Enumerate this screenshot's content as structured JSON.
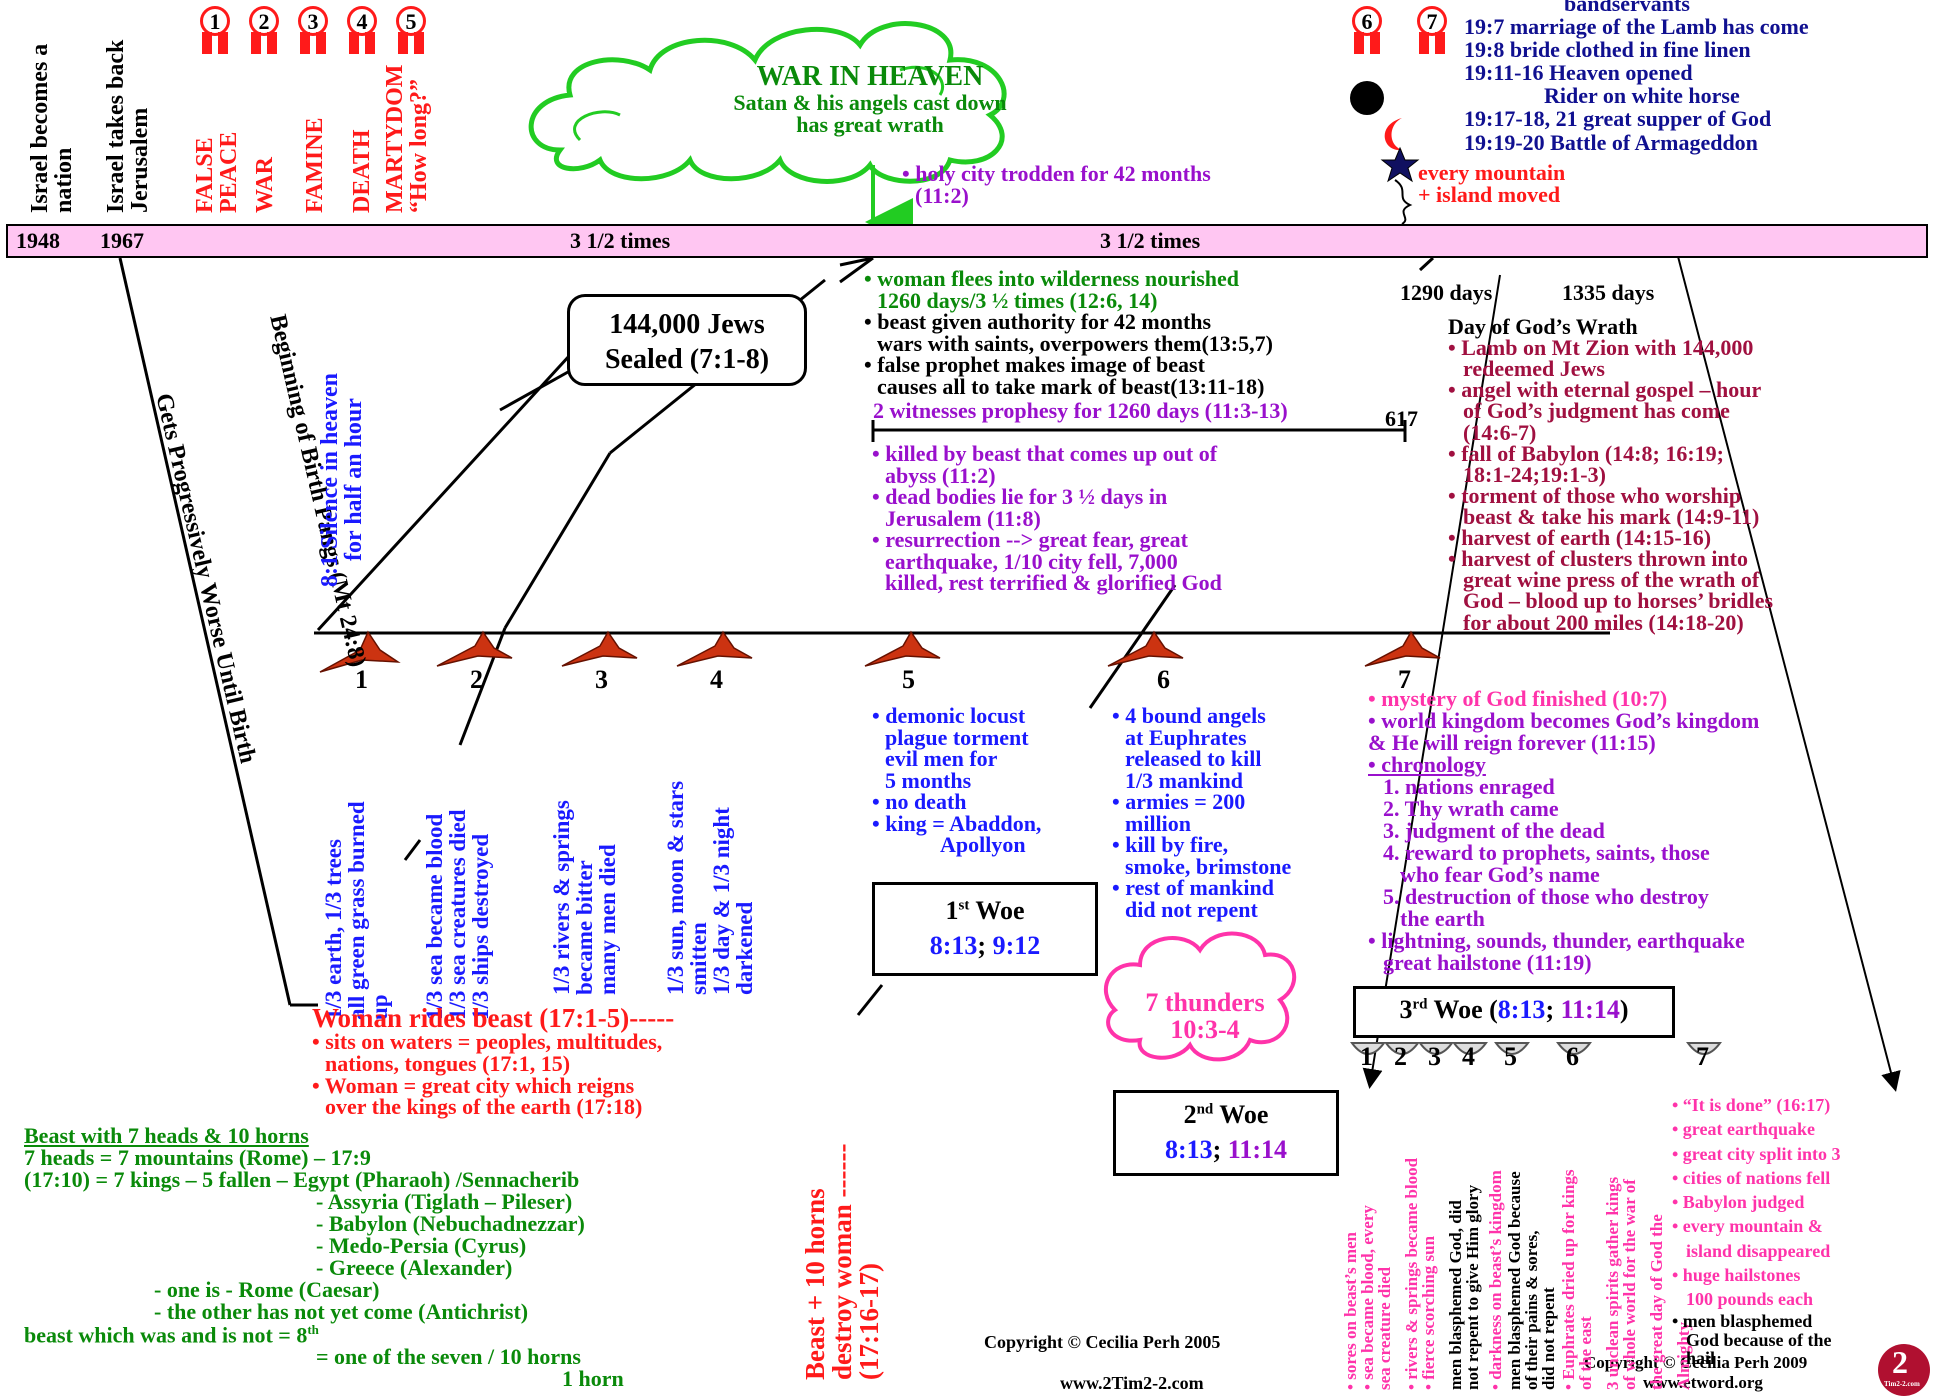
{
  "timeline": {
    "years": [
      "1948",
      "1967"
    ],
    "periods": [
      "3 1/2 times",
      "3 1/2 times"
    ],
    "days": [
      "1290 days",
      "1335 days"
    ]
  },
  "top_labels": {
    "israel_nation": [
      "Israel becomes a",
      "nation"
    ],
    "israel_jerusalem": [
      "Israel takes back",
      "Jerusalem"
    ],
    "seals_1_5": [
      "FALSE",
      "PEACE",
      "WAR",
      "FAMINE",
      "DEATH",
      "MARTYDOM",
      "“How long?”"
    ]
  },
  "seal_ribbons": [
    "1",
    "2",
    "3",
    "4",
    "5",
    "6",
    "7"
  ],
  "war_in_heaven": {
    "title": "WAR IN HEAVEN",
    "lines": [
      "Satan & his angels cast down",
      "has great wrath"
    ]
  },
  "holy_city": [
    "• holy city trodden for 42 months",
    "(11:2)"
  ],
  "sealed_box": [
    "144,000 Jews",
    "Sealed (7:1-8)"
  ],
  "middle_events": {
    "green": [
      "• woman flees into wilderness nourished",
      "1260 days/3 ½ times (12:6, 14)"
    ],
    "black": [
      "• beast given authority for 42 months",
      "wars with saints, overpowers them(13:5,7)",
      "• false prophet makes image of beast",
      "causes all to take mark of beast(13:11-18)"
    ]
  },
  "witnesses": {
    "title": "2 witnesses prophesy for 1260 days (11:3-13)",
    "marker": "6",
    "marker2": "17",
    "items": [
      "• killed by beast that comes up out of",
      "abyss (11:2)",
      "• dead bodies lie for 3 ½ days in",
      "Jerusalem (11:8)",
      "• resurrection --> great fear, great",
      "earthquake, 1/10 city fell, 7,000",
      "killed, rest terrified & glorified God"
    ]
  },
  "top_right_events": [
    "bandservants",
    "19:7 marriage of the Lamb has come",
    "19:8 bride clothed in fine linen",
    "19:11-16 Heaven opened",
    "Rider on white horse",
    "19:17-18, 21 great supper of God",
    "19:19-20 Battle of Armageddon"
  ],
  "mountain_moved": [
    "every mountain",
    "+ island moved"
  ],
  "gods_wrath": {
    "title": "Day of God’s Wrath",
    "items": [
      "• Lamb on Mt Zion with 144,000",
      "redeemed Jews",
      "• angel with eternal gospel – hour",
      "of God’s judgment has come",
      "(14:6-7)",
      "• fall of Babylon (14:8; 16:19;",
      "18:1-24;19:1-3)",
      "• torment of those who worship",
      "beast & take his mark (14:9-11)",
      "• harvest of earth (14:15-16)",
      "• harvest of clusters thrown into",
      "great wine press of the wrath of",
      "God – blood up to horses’ bridles",
      "for about 200 miles (14:18-20)"
    ]
  },
  "left_diagonal": {
    "birth_pangs": "Beginning of Birth Pangs (Mt 24:8)",
    "worse": "Gets Progressively Worse Until Birth"
  },
  "silence": [
    "8:1 Silence in heaven",
    "for half an hour"
  ],
  "trumpet_numbers": [
    "1",
    "2",
    "3",
    "4",
    "5",
    "6",
    "7"
  ],
  "trumpets_1_4": [
    [
      "1/3 earth, 1/3 trees",
      "all green grass burned",
      "up"
    ],
    [
      "1/3 sea became blood",
      "1/3 sea creatures died",
      "1/3 ships destroyed"
    ],
    [
      "1/3 rivers & springs",
      "became bitter",
      "many men died"
    ],
    [
      "1/3 sun, moon & stars",
      "smitten",
      "1/3 day & 1/3 night",
      "darkened"
    ]
  ],
  "trumpet5": [
    "• demonic locust",
    "plague torment",
    "evil men for",
    "5 months",
    "• no death",
    "• king = Abaddon,",
    "Apollyon"
  ],
  "trumpet6": [
    "• 4 bound angels",
    "at Euphrates",
    "released to kill",
    "1/3 mankind",
    "• armies = 200",
    "million",
    "• kill by fire,",
    "smoke, brimstone",
    "• rest of mankind",
    "did not repent"
  ],
  "trumpet7": {
    "pink": [
      "• mystery of God finished (10:7)"
    ],
    "purple": [
      "• world kingdom becomes God’s kingdom",
      "& He will reign forever (11:15)",
      "• chronology",
      "1. nations enraged",
      "2. Thy wrath came",
      "3. judgment of the dead",
      "4. reward to prophets, saints, those",
      "who fear God’s name",
      "5. destruction of those who destroy",
      "the earth",
      "• lightning, sounds, thunder, earthquake",
      "great hailstone (11:19)"
    ]
  },
  "woes": {
    "woe1": {
      "sup": "st",
      "pre": "1",
      "post": " Woe",
      "ref1": "8:13",
      "sep": "; ",
      "ref2": "9:12"
    },
    "woe2": {
      "sup": "nd",
      "pre": "2",
      "post": " Woe",
      "ref1": "8:13",
      "sep": "; ",
      "ref2": "11:14"
    },
    "woe3": {
      "sup": "rd",
      "pre": "3",
      "post": " Woe (",
      "ref1": "8:13",
      "sep": "; ",
      "ref2": "11:14",
      "end": ")"
    }
  },
  "thunders": [
    "7 thunders",
    "10:3-4"
  ],
  "woman_beast": {
    "title": "Woman rides beast (17:1-5)-----",
    "items": [
      "• sits on waters = peoples, multitudes,",
      "nations, tongues (17:1, 15)",
      "• Woman = great city which reigns",
      "over the kings of the earth (17:18)"
    ]
  },
  "beast_heads": {
    "title": "Beast with 7 heads & 10 horns",
    "lines": [
      "7 heads = 7 mountains (Rome) – 17:9",
      "(17:10) = 7 kings – 5 fallen – Egypt (Pharaoh) /Sennacherib",
      "- Assyria (Tiglath – Pileser)",
      "- Babylon (Nebuchadnezzar)",
      "- Medo-Persia (Cyrus)",
      "- Greece (Alexander)",
      "- one is   - Rome (Caesar)",
      "- the other has not yet come (Antichrist)",
      "beast which was and is not = 8",
      "= one of the seven / 10 horns",
      "1 horn"
    ],
    "sup": "th"
  },
  "beast_horns": [
    "Beast + 10 horns",
    "destroy woman ------",
    "(17:16-17)"
  ],
  "copyright": {
    "left": "Copyright © Cecilia Perh 2005",
    "left_url": "www.2Tim2-2.com",
    "right": "Copyright © Cecilia Perh 2009",
    "right_url": "www.etword.org",
    "logo": "2",
    "logo_small": "Tim2-2.com"
  },
  "bowl_numbers": [
    "1",
    "2",
    "3",
    "4",
    "5",
    "6",
    "7"
  ],
  "bowls_vertical": [
    {
      "color": "pink",
      "lines": [
        "• sores on beast’s men",
        "• sea became blood, every",
        "sea creature died",
        "• rivers & springs became blood",
        "• fierce scorching sun"
      ]
    },
    {
      "color": "black",
      "lines": [
        "men blasphemed God, did",
        "not repent to give Him glory"
      ]
    },
    {
      "color": "pink",
      "lines": [
        "• darkness on beast’s kingdom"
      ]
    },
    {
      "color": "black",
      "lines": [
        "men blasphemed God because",
        "of their pains & sores,",
        "did not repent"
      ]
    },
    {
      "color": "pink",
      "lines": [
        "• Euphrates dried up for kings",
        "of the east",
        "3 unclean spirits gather kings",
        "of whole world for the war of",
        "the great day of God the",
        "Almighty"
      ]
    }
  ],
  "bowl7": {
    "pink": [
      "• “It is done” (16:17)",
      "• great earthquake",
      "• great city split into 3",
      "• cities of nations fell",
      "• Babylon judged",
      "• every mountain &",
      "island disappeared",
      "• huge hailstones",
      "100 pounds each"
    ],
    "black": [
      "• men blasphemed",
      "God because of the",
      "hail"
    ]
  }
}
